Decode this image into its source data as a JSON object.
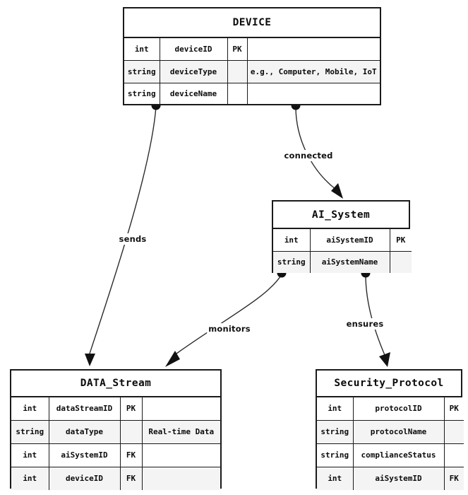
{
  "diagram": {
    "type": "entity-relationship-diagram",
    "title": "",
    "background_color": "#ffffff",
    "line_color": "#2b2b2b",
    "border_color": "#1a1a1a",
    "row_shade_color": "#f4f4f4"
  },
  "entities": [
    {
      "id": "device",
      "name": "DEVICE",
      "columns": [
        "type",
        "name",
        "key",
        "comment"
      ],
      "attributes": [
        {
          "type": "int",
          "name": "deviceID",
          "key": "PK",
          "comment": ""
        },
        {
          "type": "string",
          "name": "deviceType",
          "key": "",
          "comment": "e.g., Computer, Mobile, IoT"
        },
        {
          "type": "string",
          "name": "deviceName",
          "key": "",
          "comment": ""
        }
      ]
    },
    {
      "id": "ai_system",
      "name": "AI_System",
      "columns": [
        "type",
        "name",
        "key"
      ],
      "attributes": [
        {
          "type": "int",
          "name": "aiSystemID",
          "key": "PK"
        },
        {
          "type": "string",
          "name": "aiSystemName",
          "key": ""
        }
      ]
    },
    {
      "id": "data_stream",
      "name": "DATA_Stream",
      "columns": [
        "type",
        "name",
        "key",
        "comment"
      ],
      "attributes": [
        {
          "type": "int",
          "name": "dataStreamID",
          "key": "PK",
          "comment": ""
        },
        {
          "type": "string",
          "name": "dataType",
          "key": "",
          "comment": "Real-time Data"
        },
        {
          "type": "int",
          "name": "aiSystemID",
          "key": "FK",
          "comment": ""
        },
        {
          "type": "int",
          "name": "deviceID",
          "key": "FK",
          "comment": ""
        }
      ]
    },
    {
      "id": "security_protocol",
      "name": "Security_Protocol",
      "columns": [
        "type",
        "name",
        "key"
      ],
      "attributes": [
        {
          "type": "int",
          "name": "protocolID",
          "key": "PK"
        },
        {
          "type": "string",
          "name": "protocolName",
          "key": ""
        },
        {
          "type": "string",
          "name": "complianceStatus",
          "key": ""
        },
        {
          "type": "int",
          "name": "aiSystemID",
          "key": "FK"
        }
      ]
    }
  ],
  "relationships": [
    {
      "id": "sends",
      "label": "sends",
      "from": "DEVICE",
      "to": "DATA_Stream",
      "source_marker": "filled-circle",
      "target_marker": "arrowhead"
    },
    {
      "id": "connected",
      "label": "connected",
      "from": "DEVICE",
      "to": "AI_System",
      "source_marker": "filled-circle",
      "target_marker": "arrowhead"
    },
    {
      "id": "monitors",
      "label": "monitors",
      "from": "AI_System",
      "to": "DATA_Stream",
      "source_marker": "filled-circle",
      "target_marker": "arrowhead"
    },
    {
      "id": "ensures",
      "label": "ensures",
      "from": "AI_System",
      "to": "Security_Protocol",
      "source_marker": "filled-circle",
      "target_marker": "arrowhead"
    }
  ]
}
